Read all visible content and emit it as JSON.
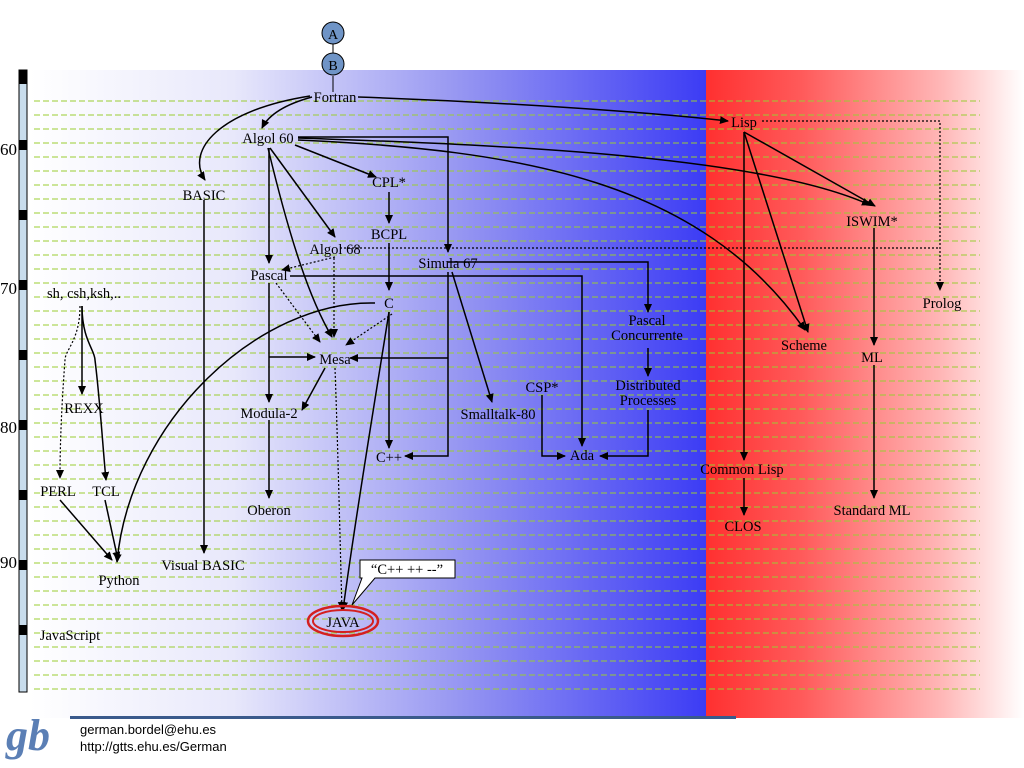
{
  "decades": [
    {
      "label": "60",
      "year": 1960
    },
    {
      "label": "70",
      "year": 1970
    },
    {
      "label": "80",
      "year": 1980
    },
    {
      "label": "90",
      "year": 1990
    }
  ],
  "legend": {
    "a": "A",
    "b": "B"
  },
  "languages": {
    "fortran": "Fortran",
    "lisp": "Lisp",
    "algol60": "Algol 60",
    "basic": "BASIC",
    "cpl": "CPL*",
    "iswim": "ISWIM*",
    "bcpl": "BCPL",
    "algol68": "Algol 68",
    "simula67": "Simula 67",
    "pascal": "Pascal",
    "shell": "sh, csh,ksh,..",
    "c": "C",
    "prolog": "Prolog",
    "pascal_concurrente_1": "Pascal",
    "pascal_concurrente_2": "Concurrente",
    "mesa": "Mesa",
    "scheme": "Scheme",
    "ml": "ML",
    "csp": "CSP*",
    "distributed_1": "Distributed",
    "distributed_2": "Processes",
    "rexx": "REXX",
    "modula2": "Modula-2",
    "smalltalk80": "Smalltalk-80",
    "cpp": "C++",
    "ada": "Ada",
    "common_lisp": "Common Lisp",
    "perl": "PERL",
    "tcl": "TCL",
    "oberon": "Oberon",
    "standard_ml": "Standard ML",
    "clos": "CLOS",
    "visual_basic": "Visual BASIC",
    "python": "Python",
    "cpp_minus": "“C++ ++ --”",
    "java": "JAVA",
    "javascript": "JavaScript"
  },
  "footer": {
    "email": "german.bordel@ehu.es",
    "url": "http://gtts.ehu.es/German",
    "logo": "gb"
  },
  "colors": {
    "timeline_dash": "#9acd32",
    "java_highlight": "#d42020",
    "node_badge": "#6f94c6",
    "footer_rule": "#3a5a8c"
  }
}
